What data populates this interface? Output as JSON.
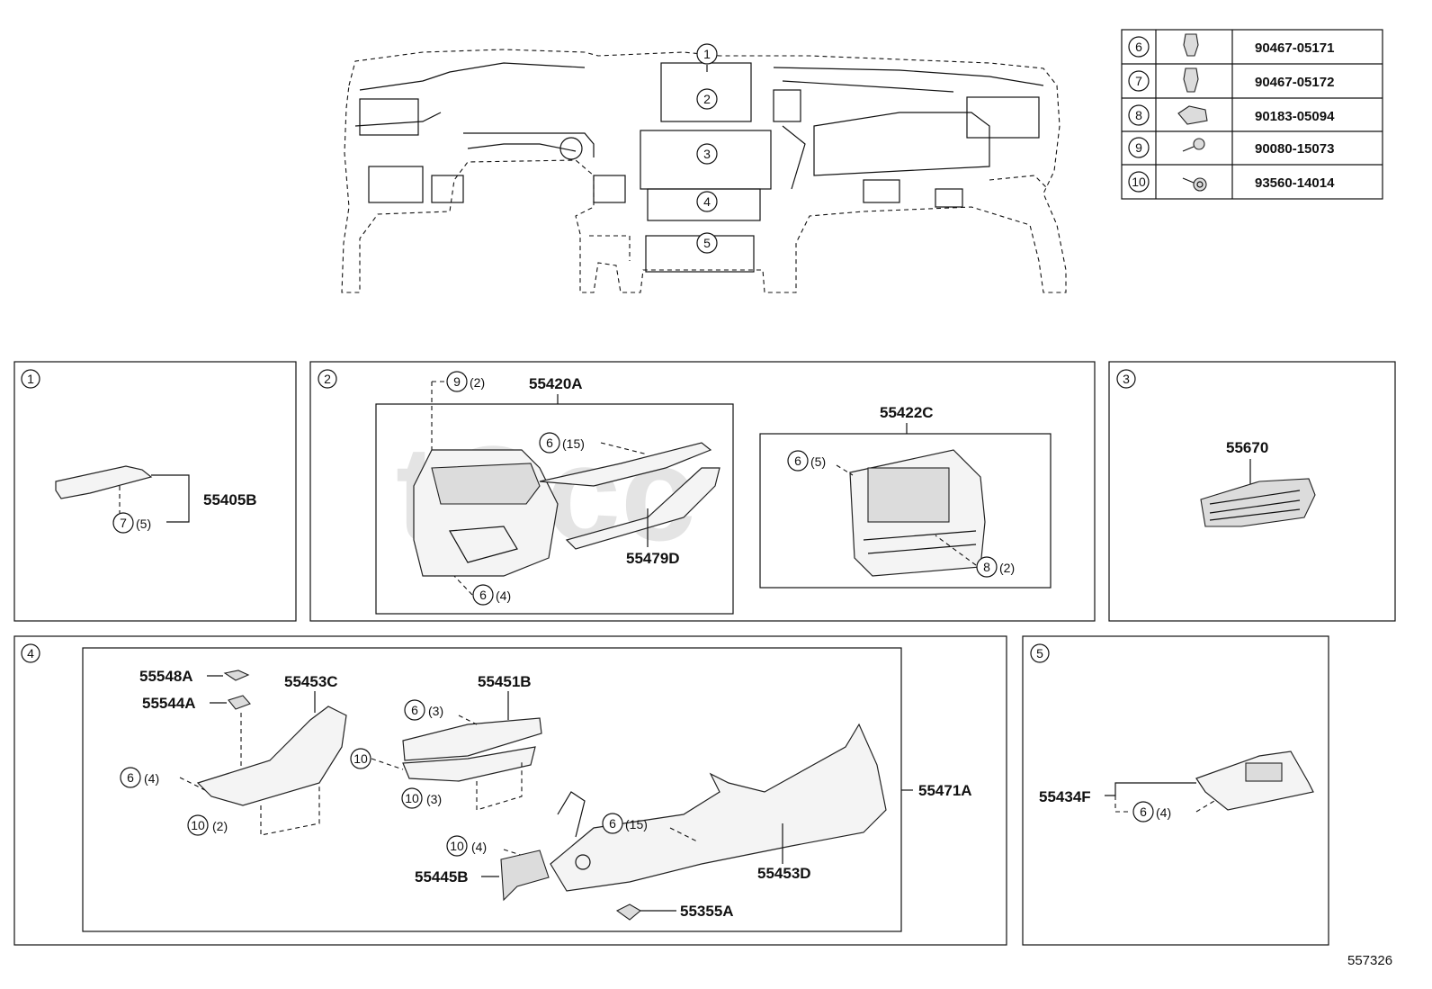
{
  "diagram": {
    "reference_number": "557326",
    "watermark": "tOcc",
    "fastener_table": [
      {
        "key": "6",
        "part": "90467-05171",
        "icon": "push-clip-icon"
      },
      {
        "key": "7",
        "part": "90467-05172",
        "icon": "push-clip-icon"
      },
      {
        "key": "8",
        "part": "90183-05094",
        "icon": "u-nut-icon"
      },
      {
        "key": "9",
        "part": "90080-15073",
        "icon": "screw-icon"
      },
      {
        "key": "10",
        "part": "93560-14014",
        "icon": "screw-washer-icon"
      }
    ],
    "overview_callouts": [
      "1",
      "2",
      "3",
      "4",
      "5"
    ],
    "sections": {
      "s1": {
        "number": "1",
        "parts": [
          {
            "label": "55405B"
          }
        ],
        "fasteners": [
          {
            "key": "7",
            "qty": "(5)"
          }
        ]
      },
      "s2": {
        "number": "2",
        "parts": [
          {
            "label": "55420A"
          },
          {
            "label": "55479D"
          },
          {
            "label": "55422C"
          }
        ],
        "fasteners": [
          {
            "key": "9",
            "qty": "(2)"
          },
          {
            "key": "6",
            "qty": "(15)"
          },
          {
            "key": "6",
            "qty": "(4)"
          },
          {
            "key": "6",
            "qty": "(5)"
          },
          {
            "key": "8",
            "qty": "(2)"
          }
        ]
      },
      "s3": {
        "number": "3",
        "parts": [
          {
            "label": "55670"
          }
        ]
      },
      "s4": {
        "number": "4",
        "parts": [
          {
            "label": "55548A"
          },
          {
            "label": "55544A"
          },
          {
            "label": "55453C"
          },
          {
            "label": "55451B"
          },
          {
            "label": "55471A"
          },
          {
            "label": "55445B"
          },
          {
            "label": "55453D"
          },
          {
            "label": "55355A"
          }
        ],
        "fasteners": [
          {
            "key": "6",
            "qty": "(4)"
          },
          {
            "key": "10",
            "qty": "(2)"
          },
          {
            "key": "6",
            "qty": "(3)"
          },
          {
            "key": "10",
            "qty": ""
          },
          {
            "key": "10",
            "qty": "(3)"
          },
          {
            "key": "6",
            "qty": "(15)"
          },
          {
            "key": "10",
            "qty": "(4)"
          }
        ]
      },
      "s5": {
        "number": "5",
        "parts": [
          {
            "label": "55434F"
          }
        ],
        "fasteners": [
          {
            "key": "6",
            "qty": "(4)"
          }
        ]
      }
    }
  }
}
